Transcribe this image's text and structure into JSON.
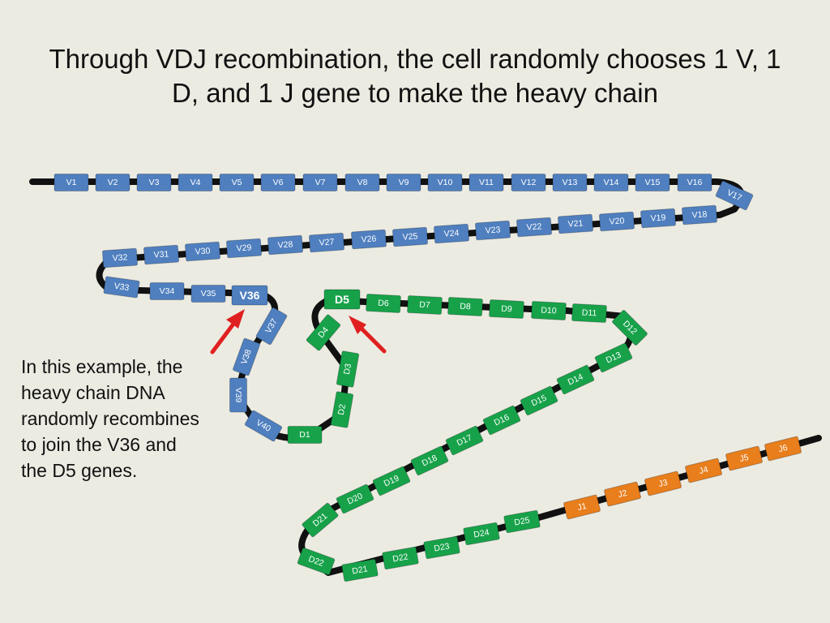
{
  "title": "Through VDJ recombination, the cell randomly chooses 1 V, 1 D, and 1 J gene to make the heavy chain",
  "caption": "In this example, the heavy chain DNA randomly recombines to join the V36 and the D5 genes.",
  "colors": {
    "v_gene": "#4f7fbf",
    "d_gene": "#17a24a",
    "j_gene": "#e87e1c",
    "dna_strand": "#111111",
    "arrow": "#e02020",
    "background": "#ecebe2"
  },
  "v_genes": [
    "V1",
    "V2",
    "V3",
    "V4",
    "V5",
    "V6",
    "V7",
    "V8",
    "V9",
    "V10",
    "V11",
    "V12",
    "V13",
    "V14",
    "V15",
    "V16",
    "V17",
    "V18",
    "V19",
    "V20",
    "V21",
    "V22",
    "V23",
    "V24",
    "V25",
    "V26",
    "V27",
    "V28",
    "V29",
    "V30",
    "V31",
    "V32",
    "V33",
    "V34",
    "V35",
    "V36",
    "V37",
    "V38",
    "V39",
    "V40"
  ],
  "d_genes": [
    "D1",
    "D2",
    "D3",
    "D4",
    "D5",
    "D6",
    "D7",
    "D8",
    "D9",
    "D10",
    "D11",
    "D12",
    "D13",
    "D14",
    "D15",
    "D16",
    "D17",
    "D18",
    "D19",
    "D20",
    "D21",
    "D22",
    "D21",
    "D22",
    "D23",
    "D24",
    "D25"
  ],
  "j_genes": [
    "J1",
    "J2",
    "J3",
    "J4",
    "J5",
    "J6"
  ],
  "highlighted_genes": [
    "V36",
    "D5"
  ]
}
